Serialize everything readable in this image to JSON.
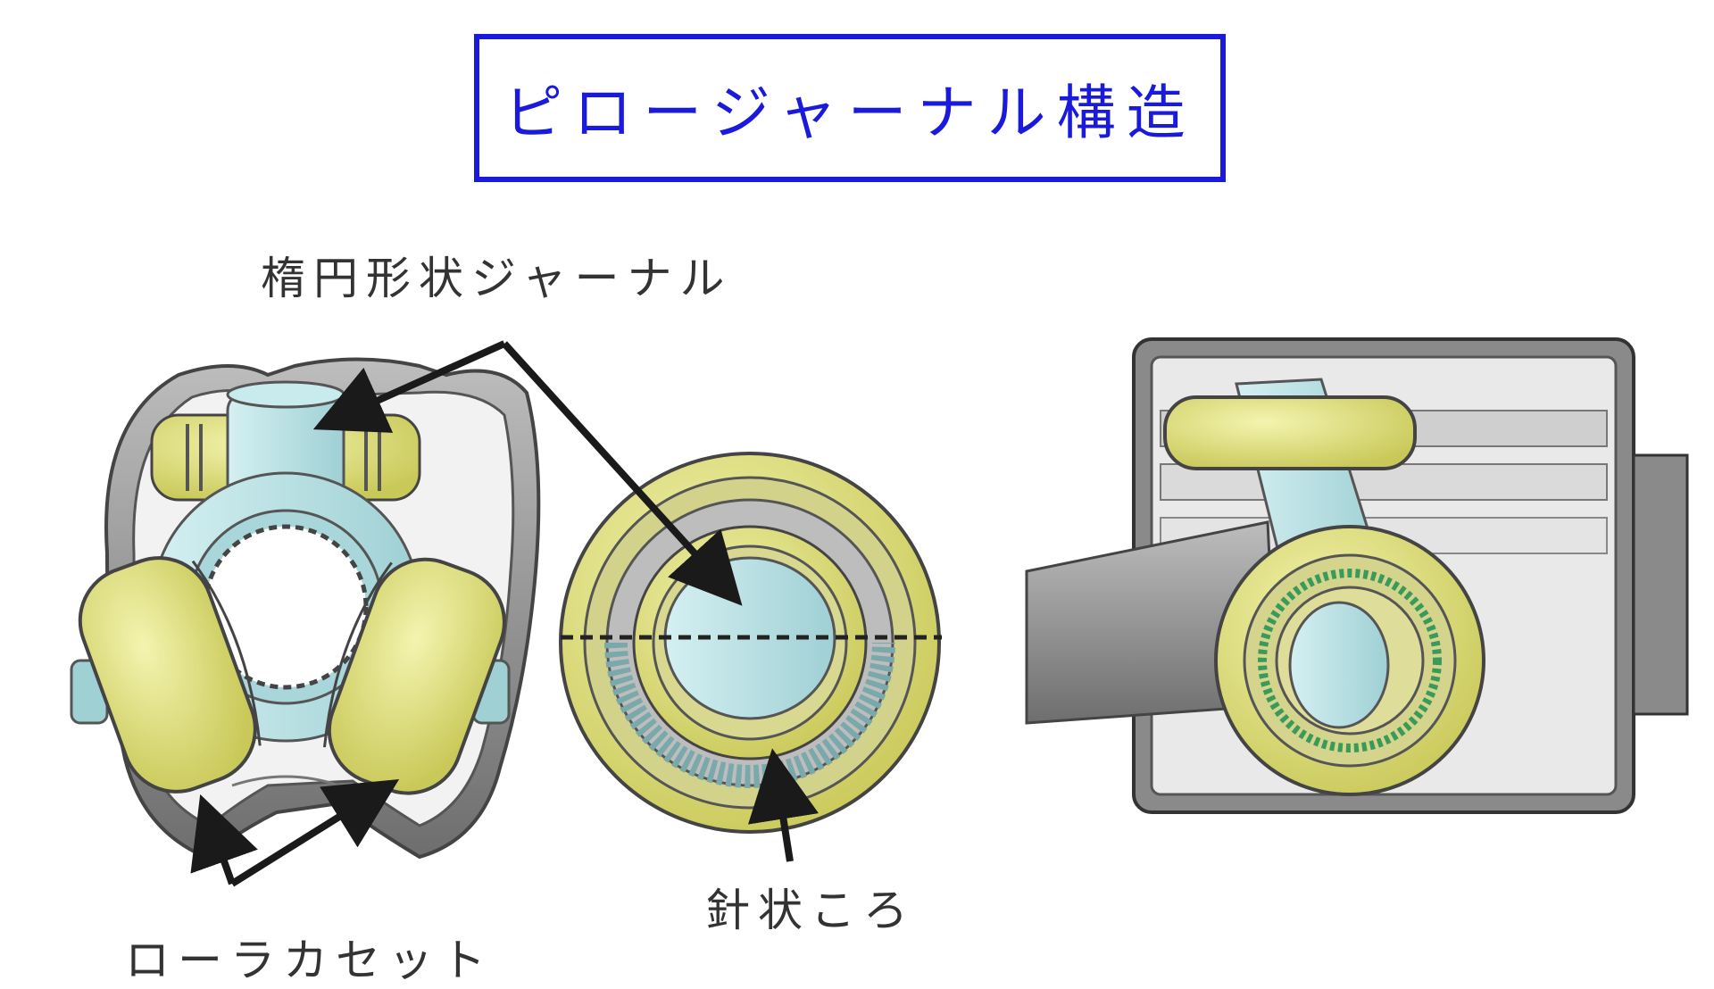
{
  "title": "ピロージャーナル構造",
  "labels": {
    "elliptical_journal": "楕円形状ジャーナル",
    "needle_rollers": "針状ころ",
    "roller_cassette": "ローラカセット"
  },
  "colors": {
    "title_blue": "#1a1adc",
    "roller_yellow": "#dede78",
    "journal_cyan": "#b9e4e6",
    "housing_gray": "#8c8c8c",
    "arrow_black": "#1a1a1a",
    "needle_green": "#3a9a5a"
  },
  "icons": [
    "arrow-icon"
  ]
}
